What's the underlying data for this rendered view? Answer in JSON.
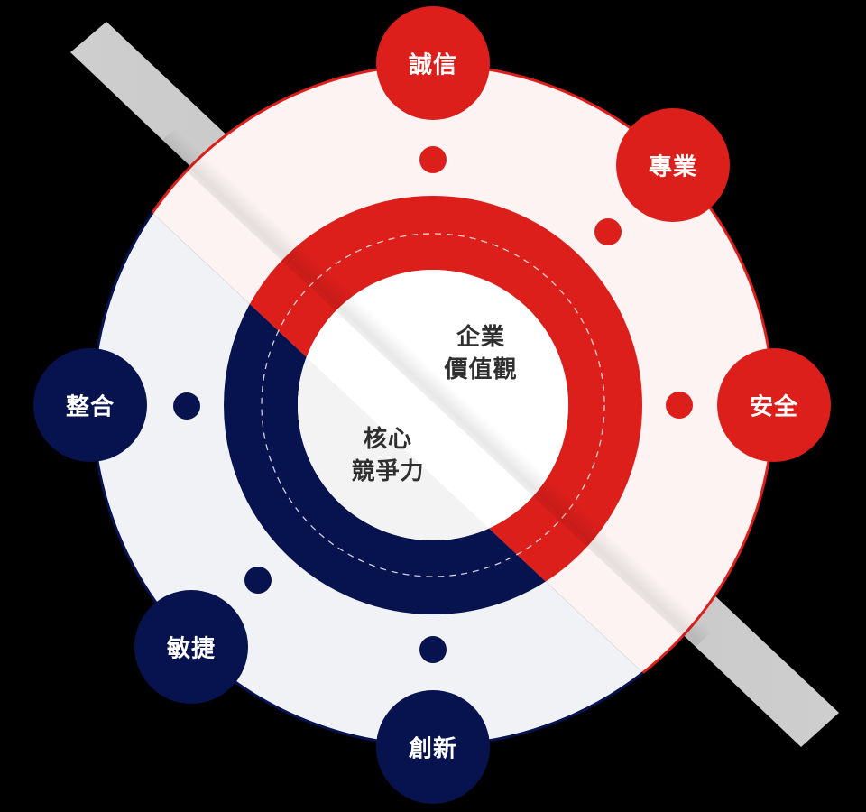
{
  "diagram": {
    "colors": {
      "red": "#dc1f1b",
      "navy": "#07134f",
      "red_half_bg": "#fdf3f3",
      "navy_half_bg": "#f0f2f6",
      "inner_disc": "#ffffff",
      "center_text": "#2f2f2f",
      "band": "#c9c9c9"
    },
    "center": {
      "upper_line1": "企業",
      "upper_line2": "價值觀",
      "lower_line1": "核心",
      "lower_line2": "競爭力"
    },
    "satellites": [
      {
        "label": "誠信",
        "group": "values",
        "color": "red"
      },
      {
        "label": "專業",
        "group": "values",
        "color": "red"
      },
      {
        "label": "安全",
        "group": "values",
        "color": "red"
      },
      {
        "label": "整合",
        "group": "competitiveness",
        "color": "navy"
      },
      {
        "label": "敏捷",
        "group": "competitiveness",
        "color": "navy"
      },
      {
        "label": "創新",
        "group": "competitiveness",
        "color": "navy"
      }
    ]
  }
}
